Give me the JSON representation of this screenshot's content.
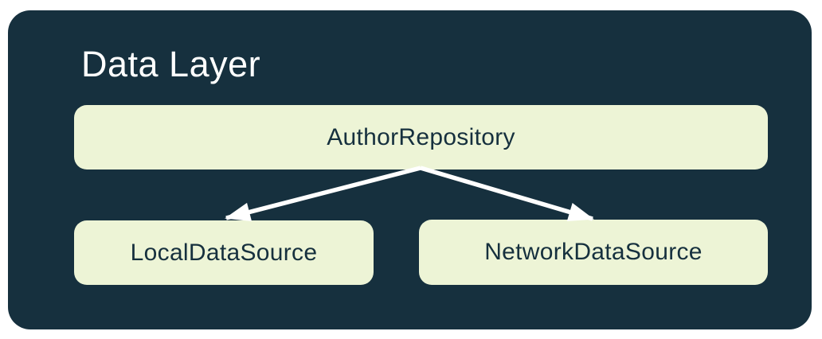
{
  "diagram": {
    "title": "Data Layer",
    "nodes": [
      {
        "id": "author-repository",
        "label": "AuthorRepository"
      },
      {
        "id": "local-data-source",
        "label": "LocalDataSource"
      },
      {
        "id": "network-data-source",
        "label": "NetworkDataSource"
      }
    ],
    "edges": [
      {
        "from": "AuthorRepository",
        "to": "LocalDataSource"
      },
      {
        "from": "AuthorRepository",
        "to": "NetworkDataSource"
      }
    ],
    "colors": {
      "page_background": "#ffffff",
      "panel_background": "#16303e",
      "node_background": "#edf4d6",
      "node_text": "#16303e",
      "title_text": "#ffffff",
      "arrow": "#ffffff"
    }
  }
}
